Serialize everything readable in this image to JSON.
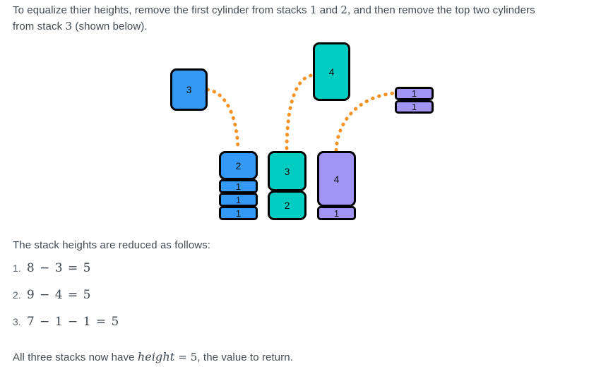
{
  "intro": {
    "line1_a": "To equalize thier heights, remove the first cylinder from stacks ",
    "line1_n1": "1",
    "line1_b": " and ",
    "line1_n2": "2",
    "line1_c": ", and then remove the top two cylinders",
    "line2_a": "from stack ",
    "line2_n": "3",
    "line2_b": " (shown below)."
  },
  "reduced_heading": "The stack heights are reduced as follows:",
  "equations": [
    {
      "num": "1.",
      "text": "8 − 3 = 5"
    },
    {
      "num": "2.",
      "text": "9 − 4 = 5"
    },
    {
      "num": "3.",
      "text": "7 − 1 − 1 = 5"
    }
  ],
  "conclusion": {
    "a": "All three stacks now have ",
    "var": "height",
    "eq": " = ",
    "value": "5",
    "b": ", the value to return."
  },
  "colors": {
    "blue": "#3399f5",
    "teal": "#00ccc2",
    "purple": "#a294f2",
    "arc": "#f59327",
    "outline": "#000000",
    "text": "#424a53"
  },
  "diagram": {
    "removed": [
      {
        "label": "3",
        "color": "#3399f5"
      },
      {
        "label": "4",
        "color": "#00ccc2"
      },
      {
        "label": "1",
        "color": "#a294f2"
      },
      {
        "label": "1",
        "color": "#a294f2"
      }
    ],
    "stacks": [
      {
        "name": "stack-1",
        "color": "#3399f5",
        "blocks": [
          "2",
          "1",
          "1",
          "1"
        ]
      },
      {
        "name": "stack-2",
        "color": "#00ccc2",
        "blocks": [
          "3",
          "2"
        ]
      },
      {
        "name": "stack-3",
        "color": "#a294f2",
        "blocks": [
          "4",
          "1"
        ]
      }
    ],
    "arcs": 3
  }
}
